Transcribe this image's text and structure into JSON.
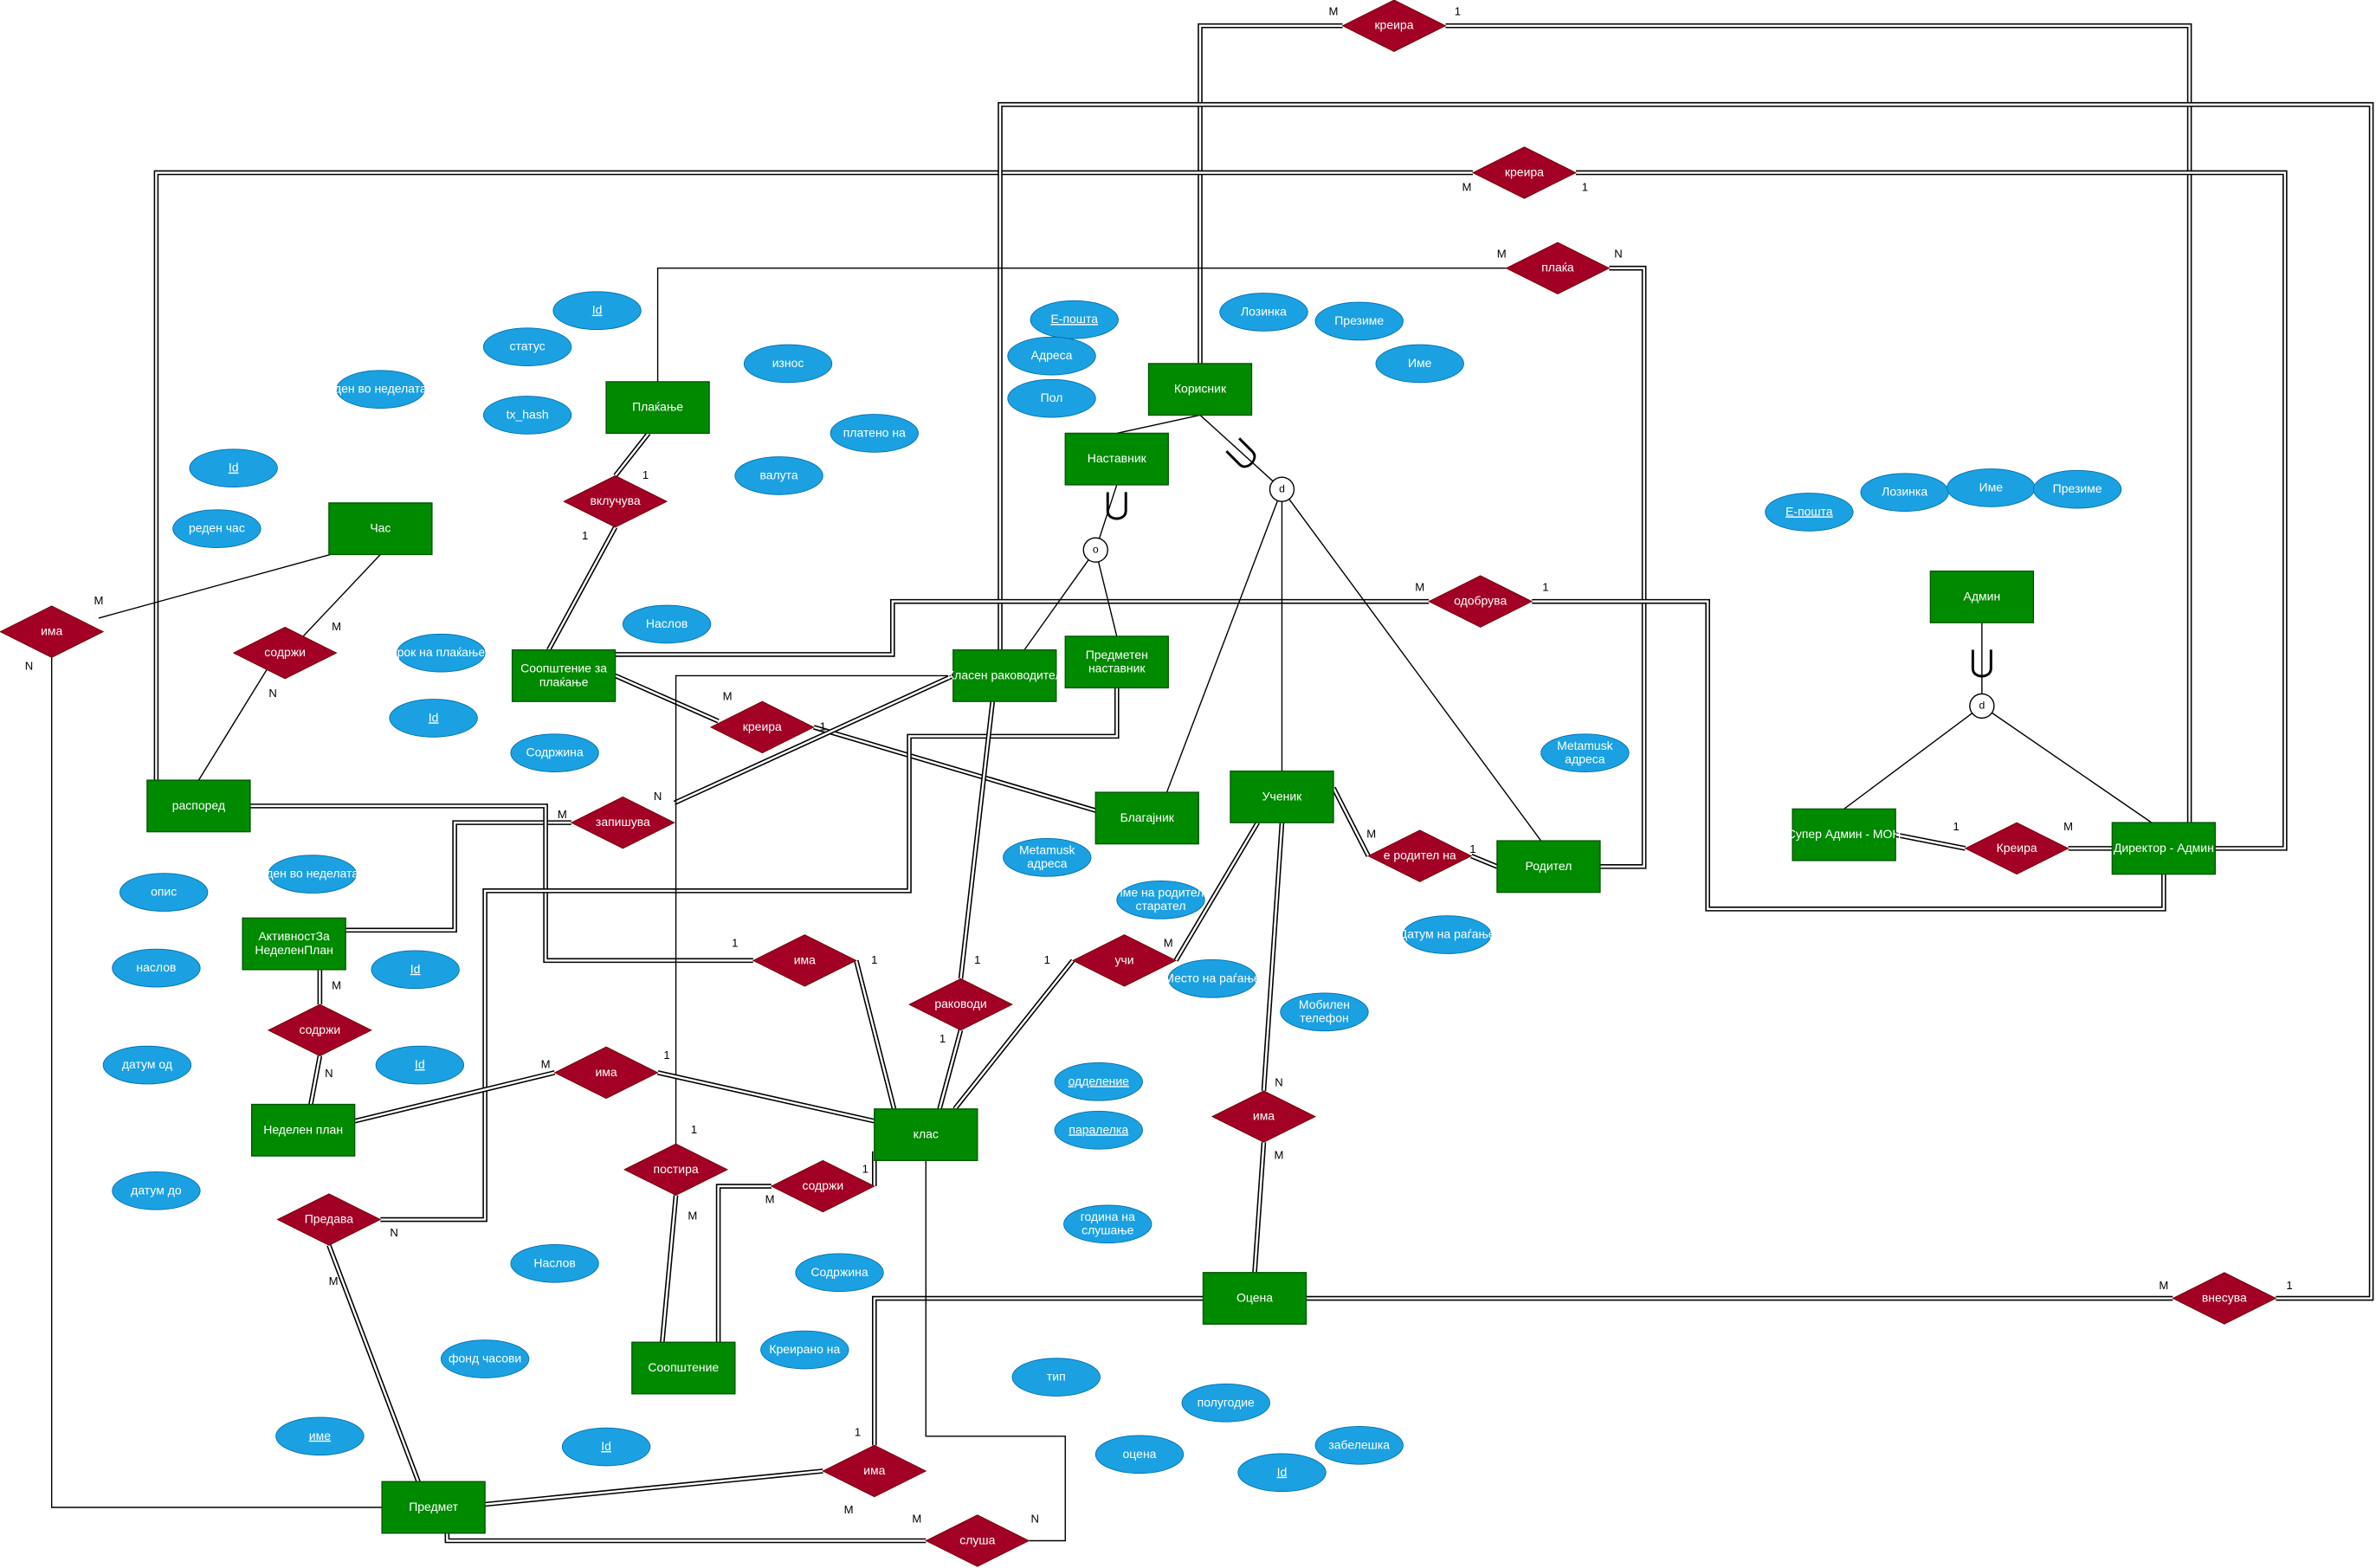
{
  "colors": {
    "entity": "#008a00",
    "relationship": "#a20025",
    "attribute": "#1ba1e2",
    "line": "#000000"
  },
  "entities": [
    {
      "id": "korisnik",
      "label": "Корисник"
    },
    {
      "id": "nastavnik",
      "label": "Наставник"
    },
    {
      "id": "klasen",
      "label": "Класен раководител"
    },
    {
      "id": "predmeten",
      "label": "Предметен\nнаставник"
    },
    {
      "id": "blagajnik",
      "label": "Благајник"
    },
    {
      "id": "uchenik",
      "label": "Ученик"
    },
    {
      "id": "roditel",
      "label": "Родител"
    },
    {
      "id": "admin",
      "label": "Админ"
    },
    {
      "id": "superadmin",
      "label": "Супер Админ - МОН"
    },
    {
      "id": "direktor",
      "label": "Директор - Админ"
    },
    {
      "id": "plakjanje",
      "label": "Плаќање"
    },
    {
      "id": "chas",
      "label": "Час"
    },
    {
      "id": "szp",
      "label": "Соопштение за\nплаќање"
    },
    {
      "id": "raspored",
      "label": "распоред"
    },
    {
      "id": "aktivnost",
      "label": "АктивностЗа\nНеделенПлан"
    },
    {
      "id": "nedelen",
      "label": "Неделен план"
    },
    {
      "id": "klas",
      "label": "клас"
    },
    {
      "id": "soopshtenie",
      "label": "Соопштение"
    },
    {
      "id": "predmet",
      "label": "Предмет"
    },
    {
      "id": "ocena",
      "label": "Оцена"
    }
  ],
  "relationships": [
    {
      "label": "креира",
      "cards": [
        "M",
        "1"
      ]
    },
    {
      "label": "креира",
      "cards": [
        "M",
        "1"
      ]
    },
    {
      "label": "плаќа",
      "cards": [
        "M",
        "N"
      ]
    },
    {
      "label": "вклучува",
      "cards": [
        "1",
        "1"
      ]
    },
    {
      "label": "има",
      "cards": [
        "M",
        "N"
      ]
    },
    {
      "label": "содржи",
      "cards": [
        "M",
        "N"
      ]
    },
    {
      "label": "креира",
      "cards": [
        "M",
        "1"
      ]
    },
    {
      "label": "запишува",
      "cards": [
        "M",
        "N"
      ]
    },
    {
      "label": "одобрува",
      "cards": [
        "M",
        "1"
      ]
    },
    {
      "label": "е родител на",
      "cards": [
        "M",
        "1"
      ]
    },
    {
      "label": "Креира",
      "cards": [
        "1",
        "M"
      ]
    },
    {
      "label": "има",
      "cards": [
        "1",
        "1"
      ]
    },
    {
      "label": "раководи",
      "cards": [
        "1",
        "1"
      ]
    },
    {
      "label": "учи",
      "cards": [
        "1",
        "M"
      ]
    },
    {
      "label": "содржи",
      "cards": [
        "M",
        "N"
      ]
    },
    {
      "label": "има",
      "cards": [
        "M",
        "1"
      ]
    },
    {
      "label": "постира",
      "cards": [
        "1",
        "M"
      ]
    },
    {
      "label": "содржи",
      "cards": [
        "M",
        "1"
      ]
    },
    {
      "label": "Предава",
      "cards": [
        "N",
        "M"
      ]
    },
    {
      "label": "има",
      "cards": [
        "N",
        "M"
      ]
    },
    {
      "label": "внесува",
      "cards": [
        "M",
        "1"
      ]
    },
    {
      "label": "има",
      "cards": [
        "1",
        "M"
      ]
    },
    {
      "label": "слуша",
      "cards": [
        "M",
        "N"
      ]
    }
  ],
  "attributes": [
    {
      "label": "Е-пошта",
      "key": true,
      "of": "korisnik"
    },
    {
      "label": "Адреса",
      "key": false,
      "of": "korisnik"
    },
    {
      "label": "Пол",
      "key": false,
      "of": "korisnik"
    },
    {
      "label": "Лозинка",
      "key": false,
      "of": "korisnik"
    },
    {
      "label": "Презиме",
      "key": false,
      "of": "korisnik"
    },
    {
      "label": "Име",
      "key": false,
      "of": "korisnik"
    },
    {
      "label": "Id",
      "key": true,
      "of": "plakjanje"
    },
    {
      "label": "статус",
      "key": false,
      "of": "plakjanje"
    },
    {
      "label": "износ",
      "key": false,
      "of": "plakjanje"
    },
    {
      "label": "tx_hash",
      "key": false,
      "of": "plakjanje"
    },
    {
      "label": "платено на",
      "key": false,
      "of": "plakjanje"
    },
    {
      "label": "валута",
      "key": false,
      "of": "plakjanje"
    },
    {
      "label": "ден во неделата",
      "key": false,
      "of": "chas"
    },
    {
      "label": "Id",
      "key": true,
      "of": "chas"
    },
    {
      "label": "реден час",
      "key": false,
      "of": "chas"
    },
    {
      "label": "Наслов",
      "key": false,
      "of": "szp"
    },
    {
      "label": "рок на плаќање",
      "key": false,
      "of": "szp"
    },
    {
      "label": "Id",
      "key": true,
      "of": "szp"
    },
    {
      "label": "Содржина",
      "key": false,
      "of": "szp"
    },
    {
      "label": "Metamusk\nадреса",
      "key": false,
      "of": "blagajnik"
    },
    {
      "label": "Metamusk\nадреса",
      "key": false,
      "of": "roditel"
    },
    {
      "label": "Име на родител/\nстарател",
      "key": false,
      "of": "uchenik"
    },
    {
      "label": "Датум на раѓање",
      "key": false,
      "of": "uchenik"
    },
    {
      "label": "Место на раѓање",
      "key": false,
      "of": "uchenik"
    },
    {
      "label": "Мобилен\nтелефон",
      "key": false,
      "of": "uchenik"
    },
    {
      "label": "Е-пошта",
      "key": true,
      "of": "admin"
    },
    {
      "label": "Лозинка",
      "key": false,
      "of": "admin"
    },
    {
      "label": "Име",
      "key": false,
      "of": "admin"
    },
    {
      "label": "Презиме",
      "key": false,
      "of": "admin"
    },
    {
      "label": "опис",
      "key": false,
      "of": "aktivnost"
    },
    {
      "label": "ден во неделата",
      "key": false,
      "of": "aktivnost"
    },
    {
      "label": "наслов",
      "key": false,
      "of": "aktivnost"
    },
    {
      "label": "Id",
      "key": true,
      "of": "aktivnost"
    },
    {
      "label": "датум од",
      "key": false,
      "of": "nedelen"
    },
    {
      "label": "Id",
      "key": true,
      "of": "nedelen"
    },
    {
      "label": "датум до",
      "key": false,
      "of": "nedelen"
    },
    {
      "label": "одделение",
      "key": true,
      "of": "klas"
    },
    {
      "label": "паралелка",
      "key": true,
      "of": "klas"
    },
    {
      "label": "година на\nслушање",
      "key": false,
      "of": "klas"
    },
    {
      "label": "Наслов",
      "key": false,
      "of": "soopshtenie"
    },
    {
      "label": "Содржина",
      "key": false,
      "of": "soopshtenie"
    },
    {
      "label": "Креирано на",
      "key": false,
      "of": "soopshtenie"
    },
    {
      "label": "Id",
      "key": true,
      "of": "soopshtenie"
    },
    {
      "label": "фонд часови",
      "key": false,
      "of": "predmet"
    },
    {
      "label": "име",
      "key": true,
      "of": "predmet"
    },
    {
      "label": "тип",
      "key": false,
      "of": "ocena"
    },
    {
      "label": "полугодие",
      "key": false,
      "of": "ocena"
    },
    {
      "label": "оцена",
      "key": false,
      "of": "ocena"
    },
    {
      "label": "Id",
      "key": true,
      "of": "ocena"
    },
    {
      "label": "забелешка",
      "key": false,
      "of": "ocena"
    }
  ],
  "specializations": [
    {
      "label": "d",
      "parent": "korisnik"
    },
    {
      "label": "o",
      "parent": "nastavnik"
    },
    {
      "label": "d",
      "parent": "admin"
    }
  ],
  "subset_symbol": "⋃"
}
